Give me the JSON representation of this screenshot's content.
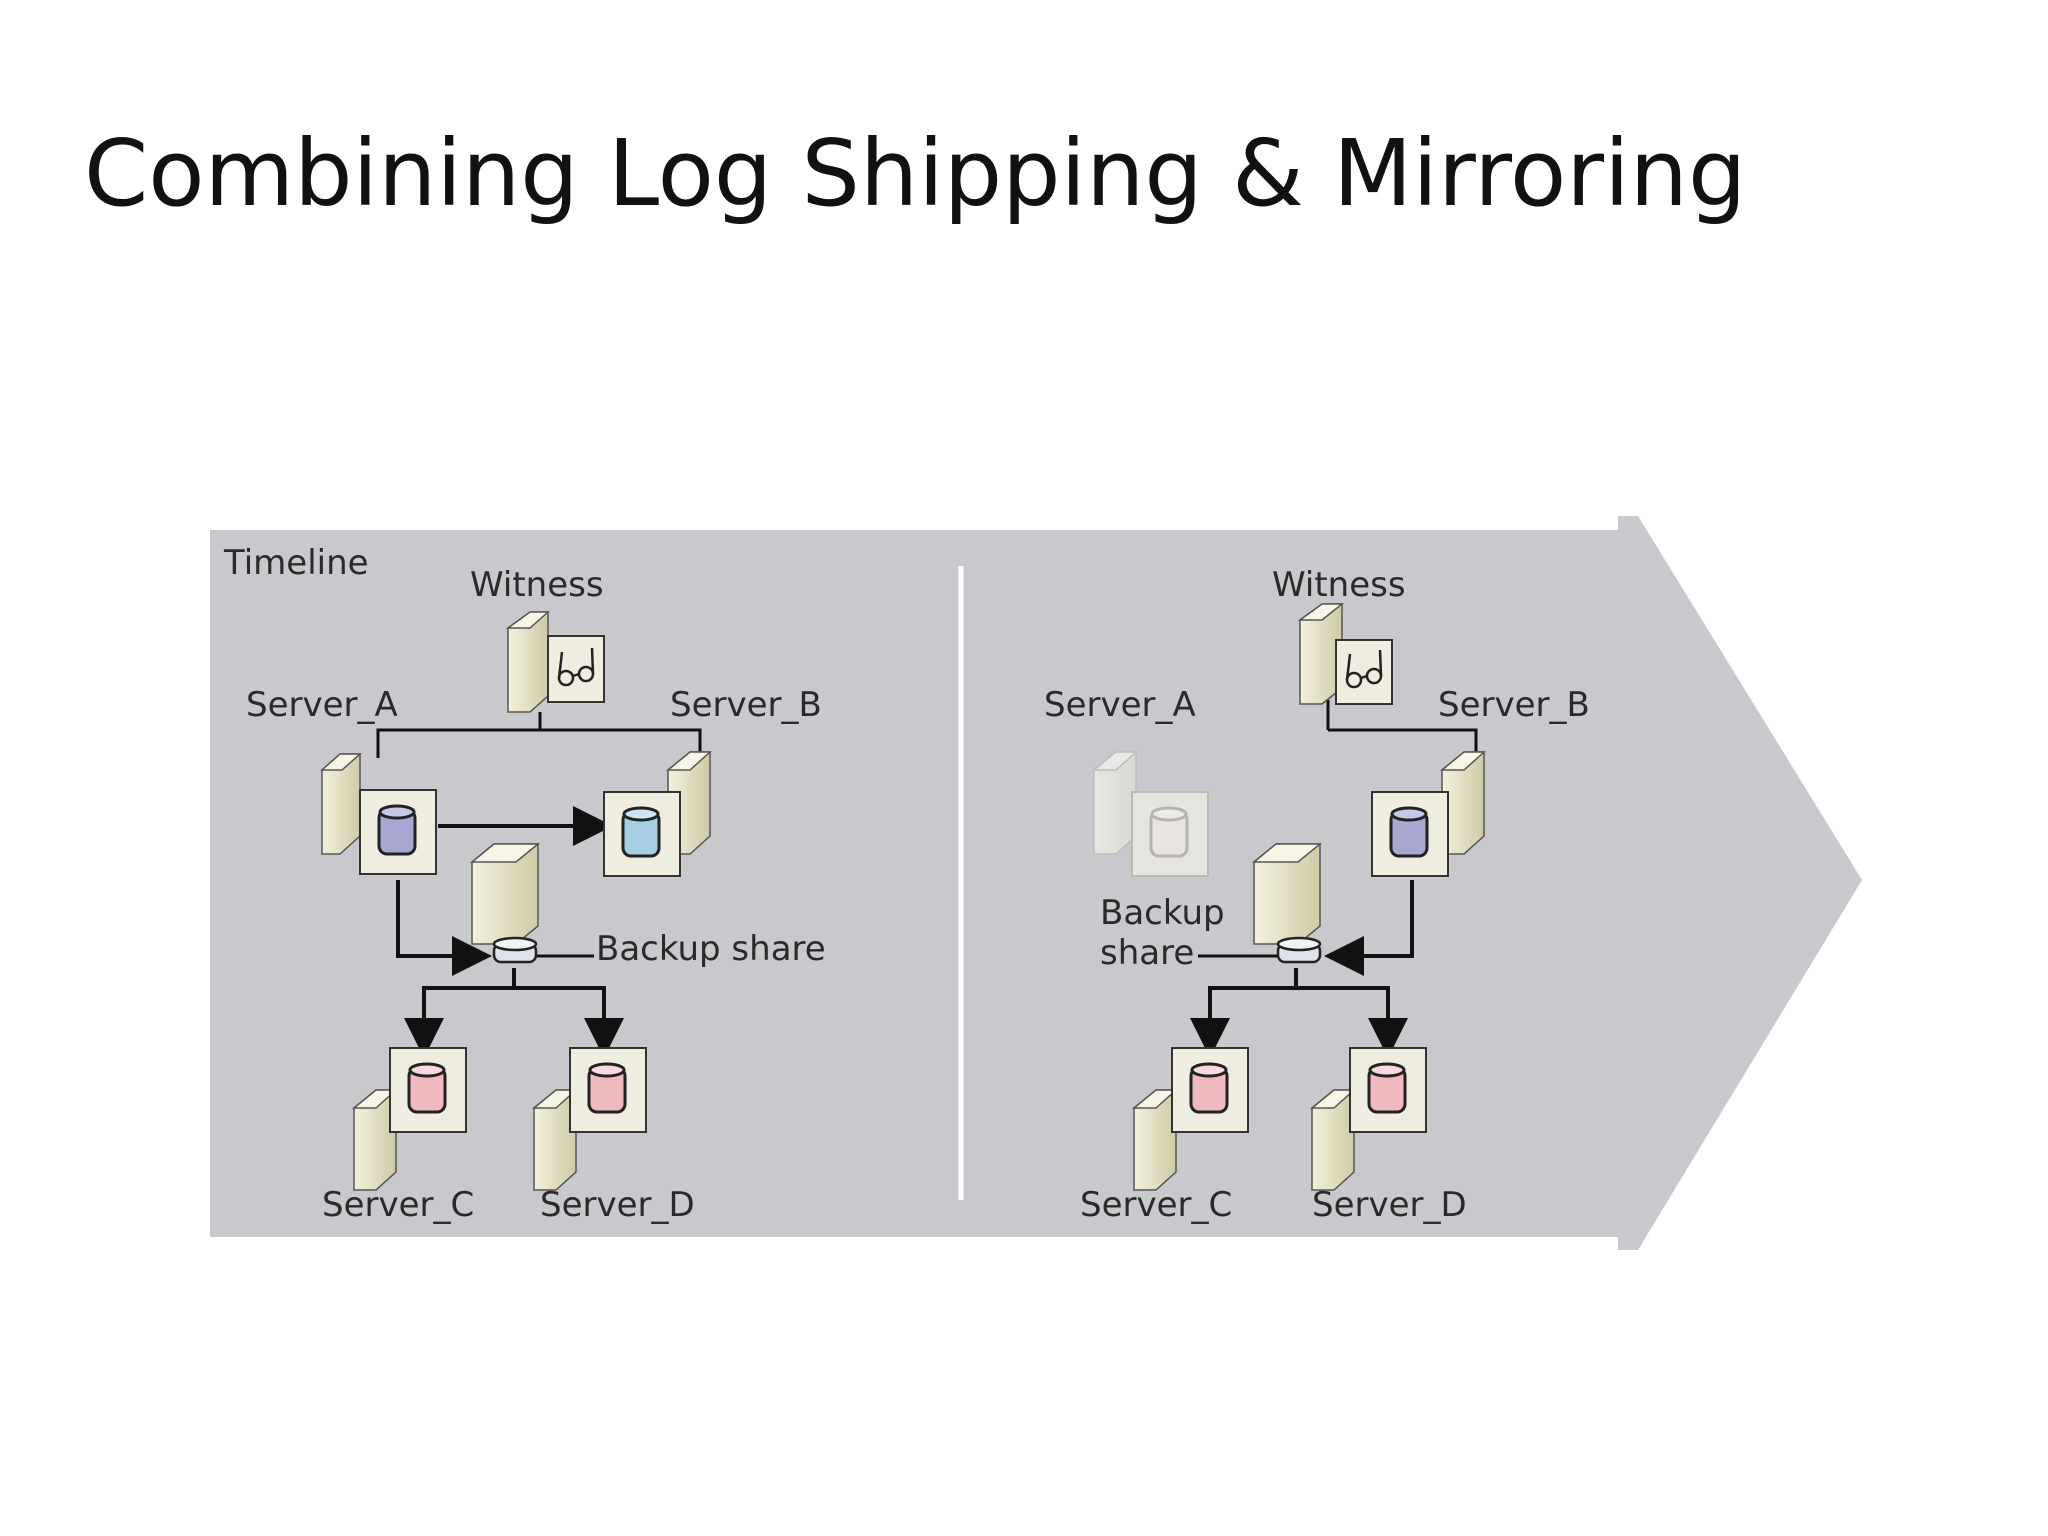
{
  "slide": {
    "title": "Combining Log Shipping & Mirroring"
  },
  "diagram": {
    "timeline_label": "Timeline",
    "colors": {
      "background": "#c9c9cd",
      "server_body": "#e6e4c8",
      "db_primary": "#a9a6d2",
      "db_mirror": "#a7cfe4",
      "db_secondary": "#f0b8bf",
      "db_faded": "#f2eee8"
    },
    "icons": [
      "server-icon",
      "witness-icon",
      "database-icon",
      "backup-share-icon",
      "arrow-icon"
    ],
    "before": {
      "witness": "Witness",
      "server_a": "Server_A",
      "server_b": "Server_B",
      "backup_share": "Backup share",
      "server_c": "Server_C",
      "server_d": "Server_D"
    },
    "after": {
      "witness": "Witness",
      "server_a": "Server_A",
      "server_b": "Server_B",
      "backup_share_line1": "Backup",
      "backup_share_line2": "share",
      "server_c": "Server_C",
      "server_d": "Server_D"
    }
  }
}
